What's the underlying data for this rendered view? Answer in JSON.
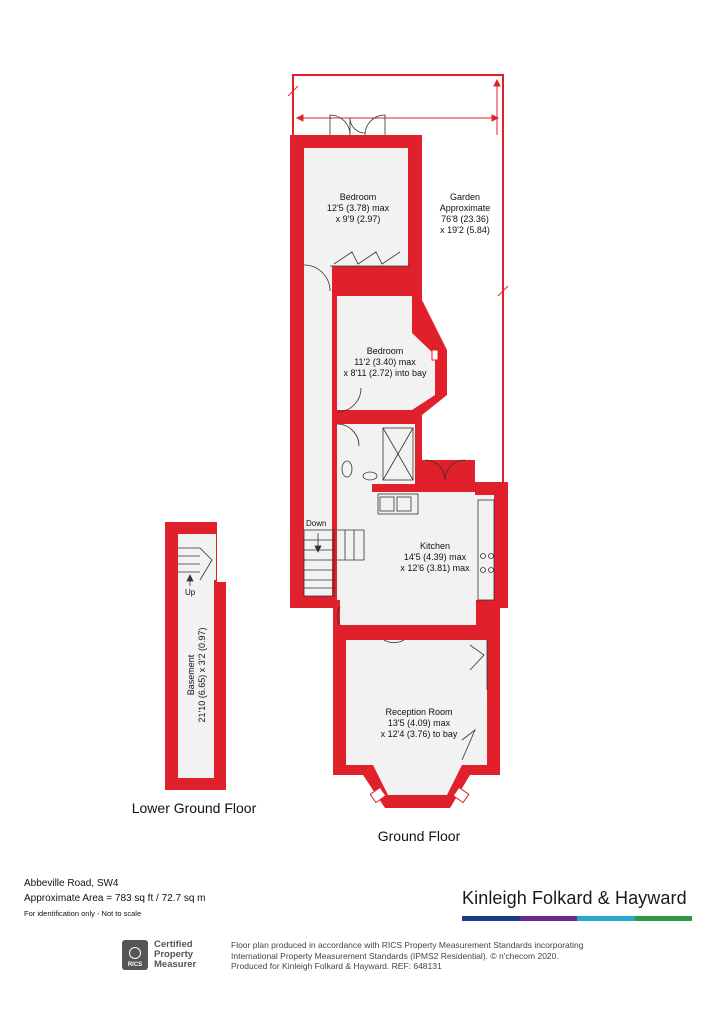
{
  "colors": {
    "wall": "#e0202a",
    "floor": "#f2f2f2",
    "ink": "#222222"
  },
  "rooms": {
    "bedroom1": {
      "name": "Bedroom",
      "dim1": "12'5 (3.78) max",
      "dim2": "x 9'9 (2.97)"
    },
    "garden": {
      "name": "Garden",
      "line2": "Approximate",
      "dim1": "76'8 (23.36)",
      "dim2": "x 19'2 (5.84)"
    },
    "bedroom2": {
      "name": "Bedroom",
      "dim1": "11'2 (3.40) max",
      "dim2": "x 8'11 (2.72) into bay"
    },
    "kitchen": {
      "name": "Kitchen",
      "dim1": "14'5 (4.39) max",
      "dim2": "x 12'6 (3.81) max"
    },
    "reception": {
      "name": "Reception Room",
      "dim1": "13'5 (4.09) max",
      "dim2": "x 12'4 (3.76) to bay"
    },
    "basement": {
      "label": "Basement",
      "dims": "21'10 (6.65) x 3'2 (0.97)"
    }
  },
  "stairs": {
    "down": "Down",
    "up": "Up"
  },
  "floors": {
    "lower": "Lower Ground Floor",
    "ground": "Ground Floor"
  },
  "footer": {
    "address": "Abbeville Road, SW4",
    "area": "Approximate Area = 783 sq ft / 72.7 sq m",
    "note": "For identification only - Not to scale",
    "brand": "Kinleigh Folkard & Hayward",
    "brand_colors": [
      "#1f3c88",
      "#6a2c91",
      "#2aa8c9",
      "#2e9a48"
    ],
    "rics_badge": "RICS",
    "rics_line1": "Certified",
    "rics_line2": "Property",
    "rics_line3": "Measurer",
    "disclaimer1": "Floor plan produced in accordance with RICS Property Measurement Standards incorporating",
    "disclaimer2": "International Property Measurement Standards (IPMS2 Residential).  © n'checom 2020.",
    "disclaimer3": "Produced for Kinleigh Folkard & Hayward.   REF: 648131"
  }
}
